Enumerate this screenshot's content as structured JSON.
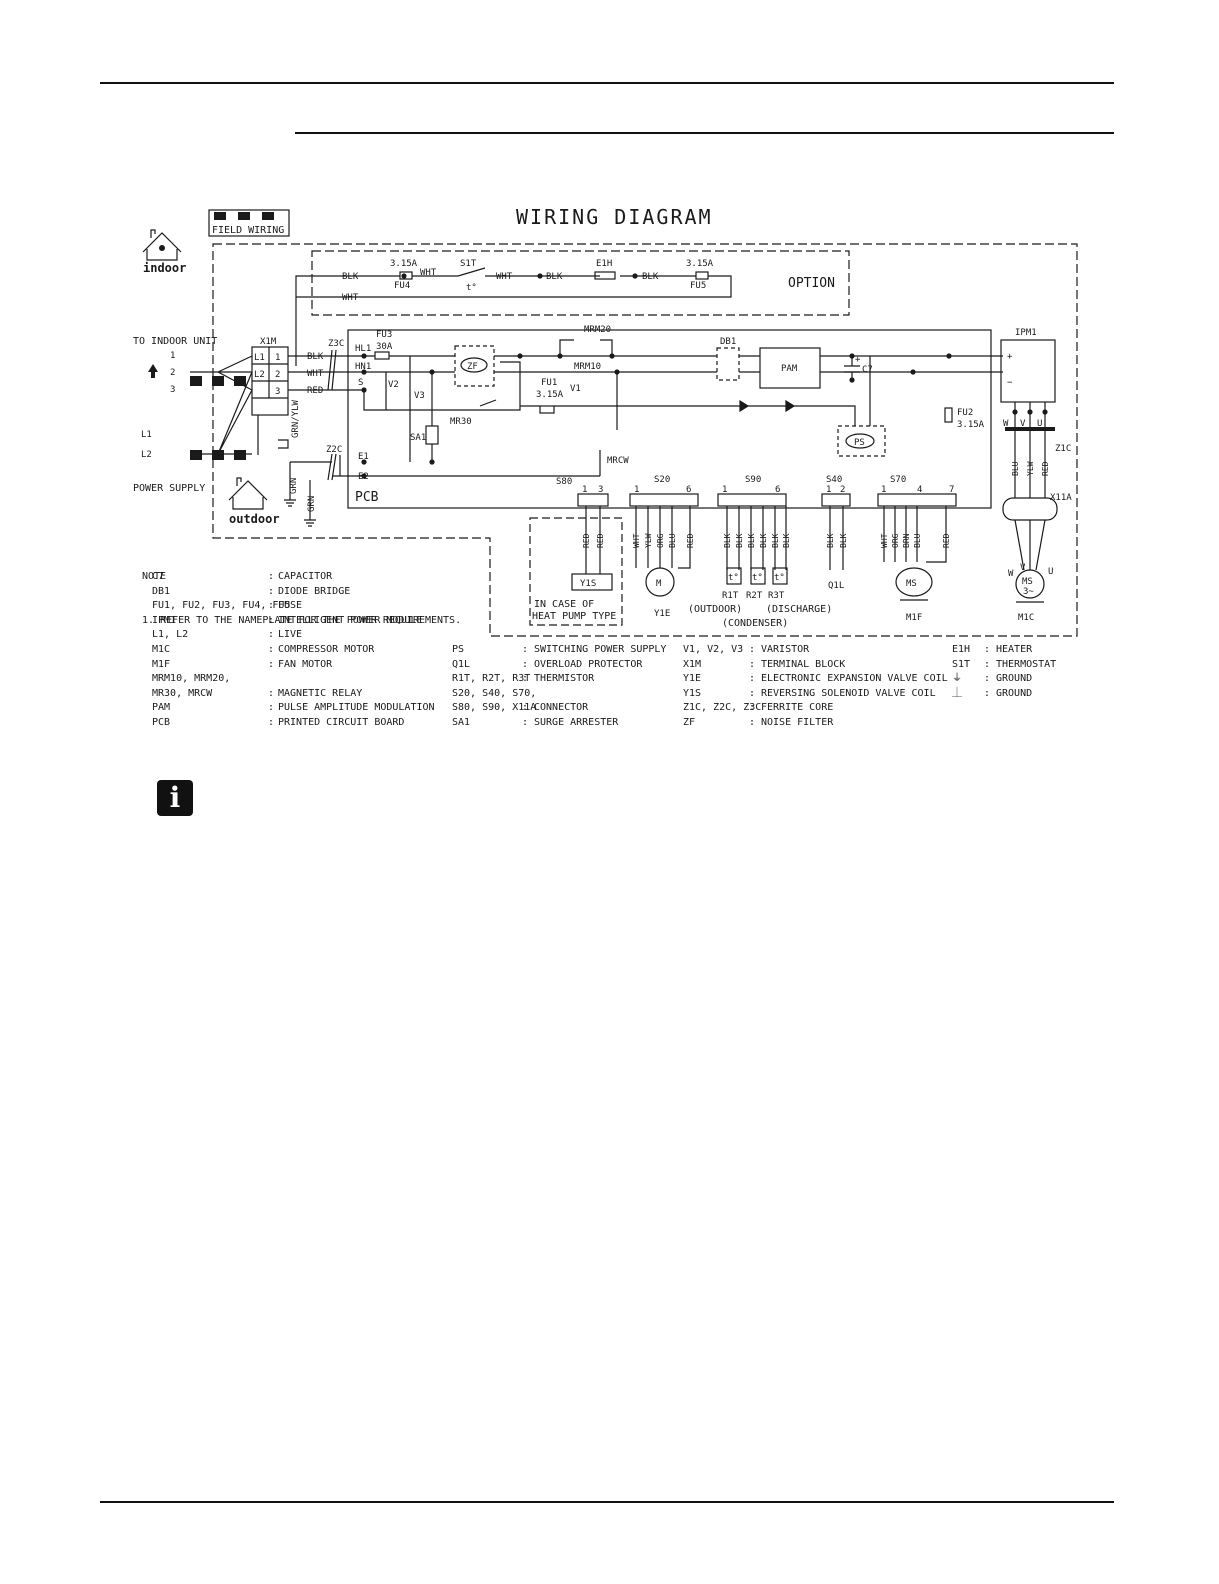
{
  "title": "WIRING DIAGRAM",
  "field_wiring": "FIELD WIRING",
  "indoor": "indoor",
  "outdoor": "outdoor",
  "to_indoor_unit": "TO INDOOR UNIT",
  "power_supply": "POWER SUPPLY",
  "option": "OPTION",
  "pcb": "PCB",
  "in_case_1": "IN CASE OF",
  "in_case_2": "HEAT PUMP TYPE",
  "outdoor_paren": "(OUTDOOR)",
  "discharge_paren": "(DISCHARGE)",
  "condenser_paren": "(CONDENSER)",
  "labels": {
    "x1m": "X1M",
    "z3c": "Z3C",
    "z2c": "Z2C",
    "z1c": "Z1C",
    "fu3": "FU3",
    "fu3v": "30A",
    "fu4v": "3.15A",
    "fu4": "FU4",
    "s1t": "S1T",
    "e1h": "E1H",
    "fu5v": "3.15A",
    "fu5": "FU5",
    "mrm20": "MRM20",
    "mrm10": "MRM10",
    "db1": "DB1",
    "pam": "PAM",
    "c7": "C7",
    "ipm1": "IPM1",
    "zf": "ZF",
    "ps": "PS",
    "fu1": "FU1",
    "fu1v": "3.15A",
    "fu2": "FU2",
    "fu2v": "3.15A",
    "v1": "V1",
    "v2": "V2",
    "v3": "V3",
    "sa1": "SA1",
    "mr30": "MR30",
    "mrcw": "MRCW",
    "hl1": "HL1",
    "hn1": "HN1",
    "s": "S",
    "e1": "E1",
    "e2": "E2",
    "s80": "S80",
    "s20": "S20",
    "s90": "S90",
    "s40": "S40",
    "s70": "S70",
    "x11a": "X11A",
    "y1s": "Y1S",
    "y1e": "Y1E",
    "q1l": "Q1L",
    "m1f": "M1F",
    "m1c": "M1C",
    "r1t": "R1T",
    "r2t": "R2T",
    "r3t": "R3T",
    "m": "M",
    "ms": "MS",
    "ms3": "3~",
    "t": "t°",
    "blk": "BLK",
    "wht": "WHT",
    "red": "RED",
    "grn": "GRN",
    "grnylw": "GRN/YLW",
    "l1": "L1",
    "l2": "L2",
    "n1": "1",
    "n2": "2",
    "n3": "3",
    "n4": "4",
    "n6": "6",
    "n7": "7",
    "w": "W",
    "v": "V",
    "u": "U",
    "plus": "+",
    "minus": "−"
  },
  "wire_colors": {
    "s80": [
      "RED",
      "RED"
    ],
    "s20": [
      "WHT",
      "YLW",
      "ORG",
      "BLU",
      "RED"
    ],
    "s90": [
      "BLK",
      "BLK",
      "BLK",
      "BLK",
      "BLK",
      "BLK"
    ],
    "s40": [
      "BLK",
      "BLK"
    ],
    "s70": [
      "WHT",
      "ORG",
      "BRN",
      "BLU",
      "RED"
    ],
    "z1c": [
      "BLU",
      "YLW",
      "RED"
    ]
  },
  "note_title": "NOTE",
  "note_1": "1. REFER TO THE NAMEPLATE FOR THE POWER REQUIREMENTS.",
  "legend_col1": [
    {
      "code": "C7",
      "desc": "CAPACITOR"
    },
    {
      "code": "DB1",
      "desc": "DIODE BRIDGE"
    },
    {
      "code": "FU1, FU2, FU3, FU4, FU5",
      "desc": "FUSE"
    },
    {
      "code": "IPM1",
      "desc": "INTELLIGENT POWER MODULE"
    },
    {
      "code": "L1, L2",
      "desc": "LIVE"
    },
    {
      "code": "M1C",
      "desc": "COMPRESSOR MOTOR"
    },
    {
      "code": "M1F",
      "desc": "FAN MOTOR"
    },
    {
      "code": "MRM10, MRM20,",
      "desc": ""
    },
    {
      "code": "MR30, MRCW",
      "desc": "MAGNETIC RELAY"
    },
    {
      "code": "PAM",
      "desc": "PULSE AMPLITUDE MODULATION"
    },
    {
      "code": "PCB",
      "desc": "PRINTED CIRCUIT BOARD"
    }
  ],
  "legend_col2": [
    {
      "code": "PS",
      "desc": "SWITCHING POWER SUPPLY"
    },
    {
      "code": "Q1L",
      "desc": "OVERLOAD PROTECTOR"
    },
    {
      "code": "R1T, R2T, R3T",
      "desc": "THERMISTOR"
    },
    {
      "code": "S20, S40, S70,",
      "desc": ""
    },
    {
      "code": "S80, S90, X11A",
      "desc": "CONNECTOR"
    },
    {
      "code": "SA1",
      "desc": "SURGE ARRESTER"
    }
  ],
  "legend_col3": [
    {
      "code": "V1, V2, V3",
      "desc": "VARISTOR"
    },
    {
      "code": "X1M",
      "desc": "TERMINAL BLOCK"
    },
    {
      "code": "Y1E",
      "desc": "ELECTRONIC EXPANSION VALVE COIL"
    },
    {
      "code": "Y1S",
      "desc": "REVERSING SOLENOID VALVE COIL"
    },
    {
      "code": "Z1C, Z2C, Z3C",
      "desc": "FERRITE CORE"
    },
    {
      "code": "ZF",
      "desc": "NOISE FILTER"
    }
  ],
  "legend_col4": [
    {
      "code": "E1H",
      "desc": "HEATER"
    },
    {
      "code": "S1T",
      "desc": "THERMOSTAT"
    },
    {
      "code": "⏚",
      "desc": "GROUND"
    },
    {
      "code": "⏊",
      "desc": "GROUND"
    }
  ],
  "info_glyph": "i"
}
